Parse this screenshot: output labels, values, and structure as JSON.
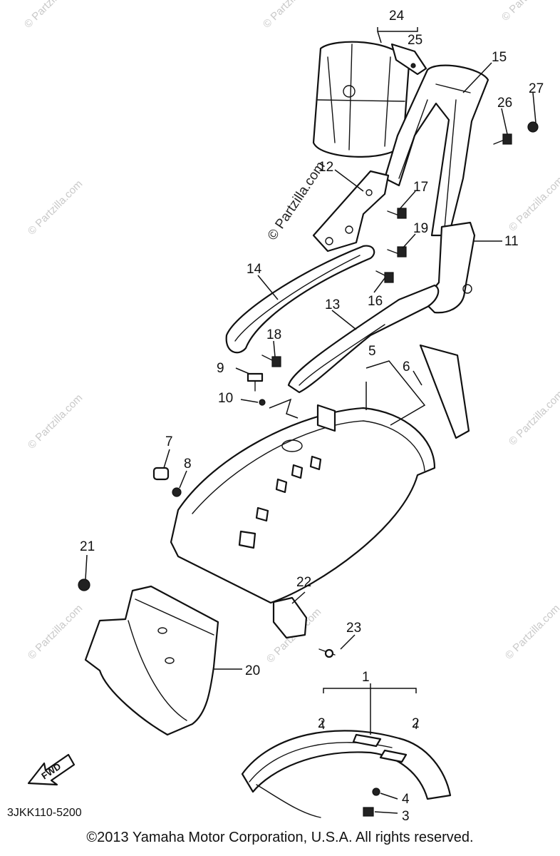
{
  "diagram": {
    "callouts": [
      "24",
      "25",
      "15",
      "27",
      "26",
      "12",
      "17",
      "19",
      "11",
      "14",
      "16",
      "13",
      "18",
      "5",
      "6",
      "9",
      "10",
      "7",
      "8",
      "21",
      "22",
      "23",
      "20",
      "1",
      "2",
      "2",
      "4",
      "3"
    ],
    "diagram_code": "3JKK110-5200",
    "fwd_label": "FWD",
    "watermark_center": "© Partzilla.com",
    "watermark_repeat": "© Partzilla.com"
  },
  "footer": {
    "copyright": "©2013 Yamaha Motor Corporation, U.S.A. All rights reserved."
  }
}
